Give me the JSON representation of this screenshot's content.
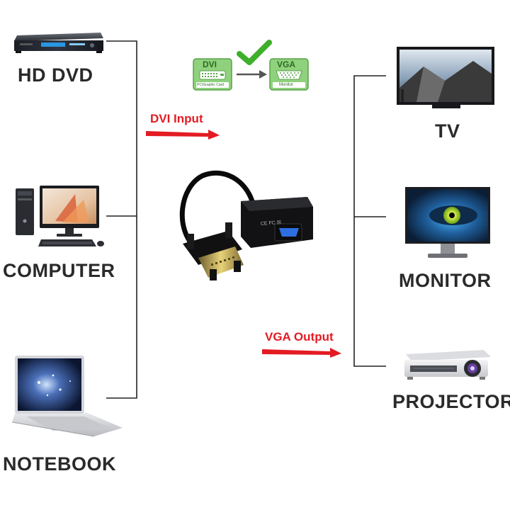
{
  "devices_left": [
    {
      "label": "HD DVD"
    },
    {
      "label": "COMPUTER"
    },
    {
      "label": "NOTEBOOK"
    }
  ],
  "devices_right": [
    {
      "label": "TV"
    },
    {
      "label": "MONITOR"
    },
    {
      "label": "PROJECTOR"
    }
  ],
  "flow": {
    "input_label": "DVI Input",
    "output_label": "VGA Output"
  },
  "converter_badge": {
    "source_title": "DVI",
    "source_sub": "PC/Graphic Card",
    "target_title": "VGA",
    "target_sub": "Monitor"
  },
  "adapter": {
    "marks": "CE FC ☒"
  },
  "colors": {
    "line": "#222222",
    "accent_red": "#e31b23",
    "badge_green": "#7ec86a",
    "check_green": "#3fae2a"
  },
  "icons": [
    "dvd-player-icon",
    "desktop-computer-icon",
    "laptop-icon",
    "tv-icon",
    "monitor-icon",
    "projector-icon",
    "dvi-to-vga-adapter",
    "checkmark-icon"
  ]
}
